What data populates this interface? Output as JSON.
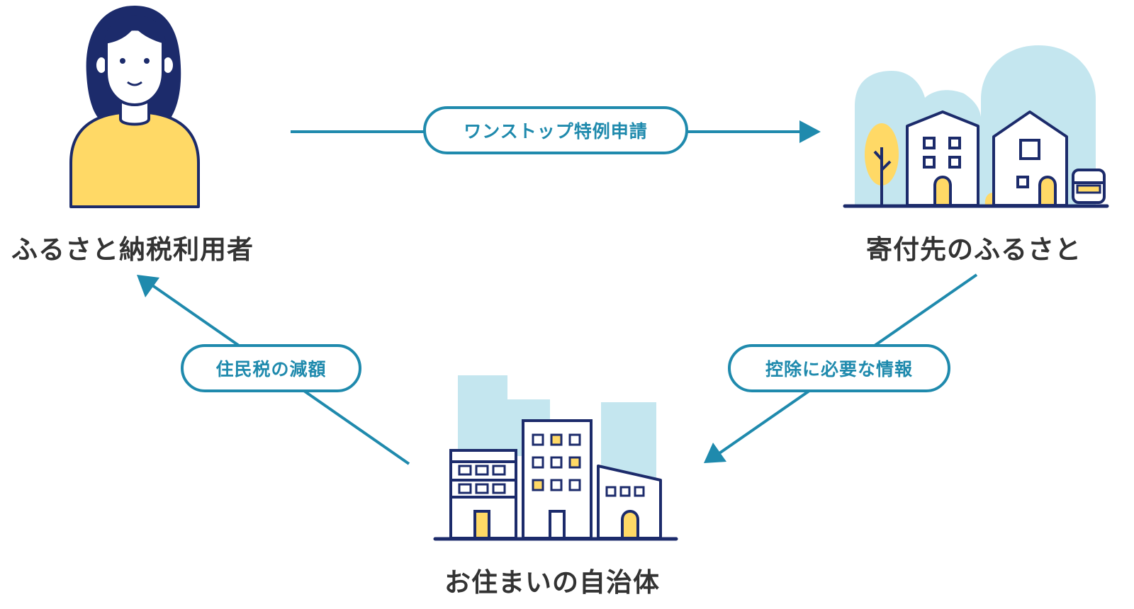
{
  "nodes": {
    "user": "ふるさと納税利用者",
    "destination": "寄付先のふるさと",
    "municipality": "お住まいの自治体"
  },
  "flows": {
    "application": "ワンストップ特例申請",
    "deduction_info": "控除に必要な情報",
    "tax_reduction": "住民税の減額"
  },
  "colors": {
    "accent": "#1f8aad",
    "navy": "#1c2b6b",
    "yellow": "#ffd966",
    "sky": "#c4e6ef",
    "text": "#333333"
  }
}
